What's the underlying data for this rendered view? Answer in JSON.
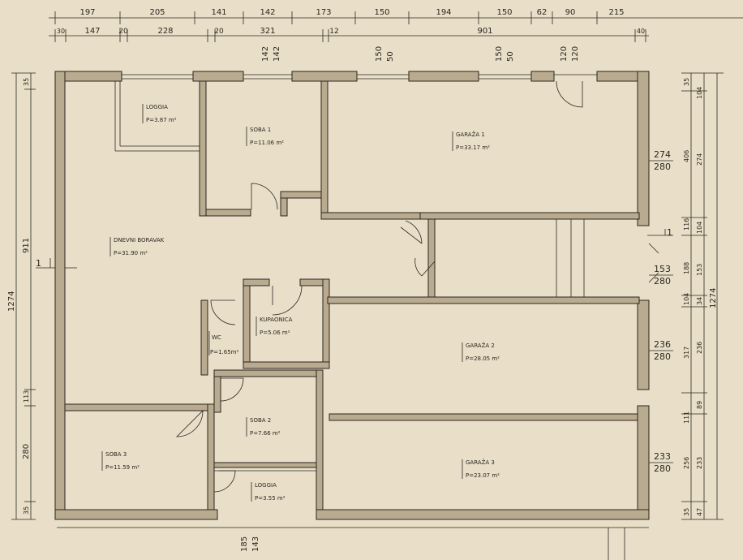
{
  "top_dims_row1": [
    "197",
    "205",
    "141",
    "142",
    "173",
    "150",
    "194",
    "150",
    "62",
    "90",
    "215"
  ],
  "top_dims_row2": [
    "30",
    "147",
    "20",
    "228",
    "20",
    "321",
    "12",
    "901",
    "40"
  ],
  "window_dims": [
    "142",
    "142",
    "150",
    "50",
    "150",
    "50",
    "120",
    "120"
  ],
  "left_dims": [
    "35",
    "911",
    "1274",
    "113",
    "280",
    "35"
  ],
  "right_dims_outer": [
    "104",
    "406",
    "116",
    "188",
    "104",
    "317",
    "111",
    "256",
    "47",
    "1274"
  ],
  "right_dims_inner": [
    "35",
    "274",
    "104",
    "153",
    "34",
    "236",
    "89",
    "233",
    "35"
  ],
  "right_fracs": [
    {
      "num": "274",
      "den": "280"
    },
    {
      "num": "153",
      "den": "280"
    },
    {
      "num": "236",
      "den": "280"
    },
    {
      "num": "233",
      "den": "280"
    }
  ],
  "section_marker": "1",
  "bottom_dims": [
    "185",
    "143"
  ],
  "rooms": [
    {
      "name": "LOGGIA",
      "area": "P=3.87 m²"
    },
    {
      "name": "SOBA 1",
      "area": "P=11.06 m²"
    },
    {
      "name": "GARAŽA 1",
      "area": "P=33.17 m²"
    },
    {
      "name": "DNEVNI BORAVAK",
      "area": "P=31.90 m²"
    },
    {
      "name": "KUPAONICA",
      "area": "P=5.06 m²"
    },
    {
      "name": "WC",
      "area": "P=1.65m²"
    },
    {
      "name": "GARAŽA 2",
      "area": "P=28.05 m²"
    },
    {
      "name": "SOBA 2",
      "area": "P=7.66 m²"
    },
    {
      "name": "SOBA 3",
      "area": "P=11.59 m²"
    },
    {
      "name": "GARAŽA 3",
      "area": "P=23.07 m²"
    },
    {
      "name": "LOGGIA",
      "area": "P=3.55 m²"
    }
  ]
}
